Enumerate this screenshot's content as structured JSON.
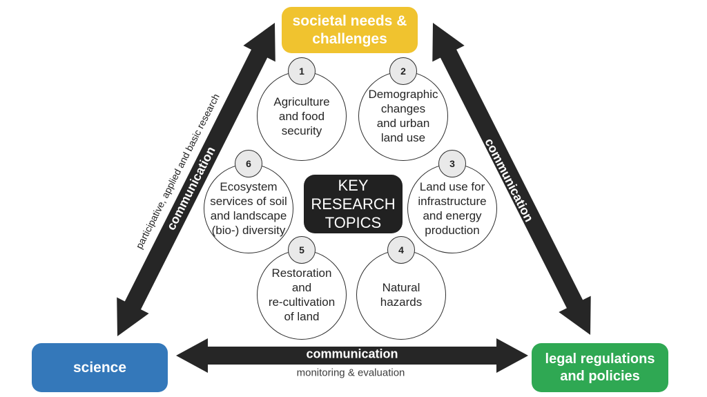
{
  "colors": {
    "societal_box": "#f0c32f",
    "science_box": "#3478ba",
    "legal_box": "#2fa853",
    "arrow": "#262626",
    "center_box": "#212121",
    "badge_fill": "#e9e9e9",
    "text_on_boxes": "#ffffff",
    "diagram_text": "#262626"
  },
  "boxes": {
    "societal": {
      "lines": [
        "societal needs &",
        "challenges"
      ]
    },
    "science": {
      "label": "science"
    },
    "legal": {
      "lines": [
        "legal regulations",
        "and policies"
      ]
    }
  },
  "center": {
    "lines": [
      "KEY",
      "RESEARCH",
      "TOPICS"
    ]
  },
  "circles": [
    {
      "number": "1",
      "lines": [
        "Agriculture",
        "and food",
        "security"
      ]
    },
    {
      "number": "2",
      "lines": [
        "Demographic",
        "changes",
        "and urban",
        "land use"
      ]
    },
    {
      "number": "3",
      "lines": [
        "Land use for",
        "infrastructure",
        "and energy",
        "production"
      ]
    },
    {
      "number": "4",
      "lines": [
        "Natural",
        "hazards"
      ]
    },
    {
      "number": "5",
      "lines": [
        "Restoration",
        "and",
        "re-cultivation",
        "of land"
      ]
    },
    {
      "number": "6",
      "lines": [
        "Ecosystem",
        "services of soil",
        "and landscape",
        "(bio-) diversity"
      ]
    }
  ],
  "arrows": {
    "left": {
      "label": "communication",
      "sublabel": "participative, applied and basic research"
    },
    "right": {
      "label": "communication"
    },
    "bottom": {
      "label": "communication",
      "sublabel": "monitoring & evaluation"
    }
  }
}
